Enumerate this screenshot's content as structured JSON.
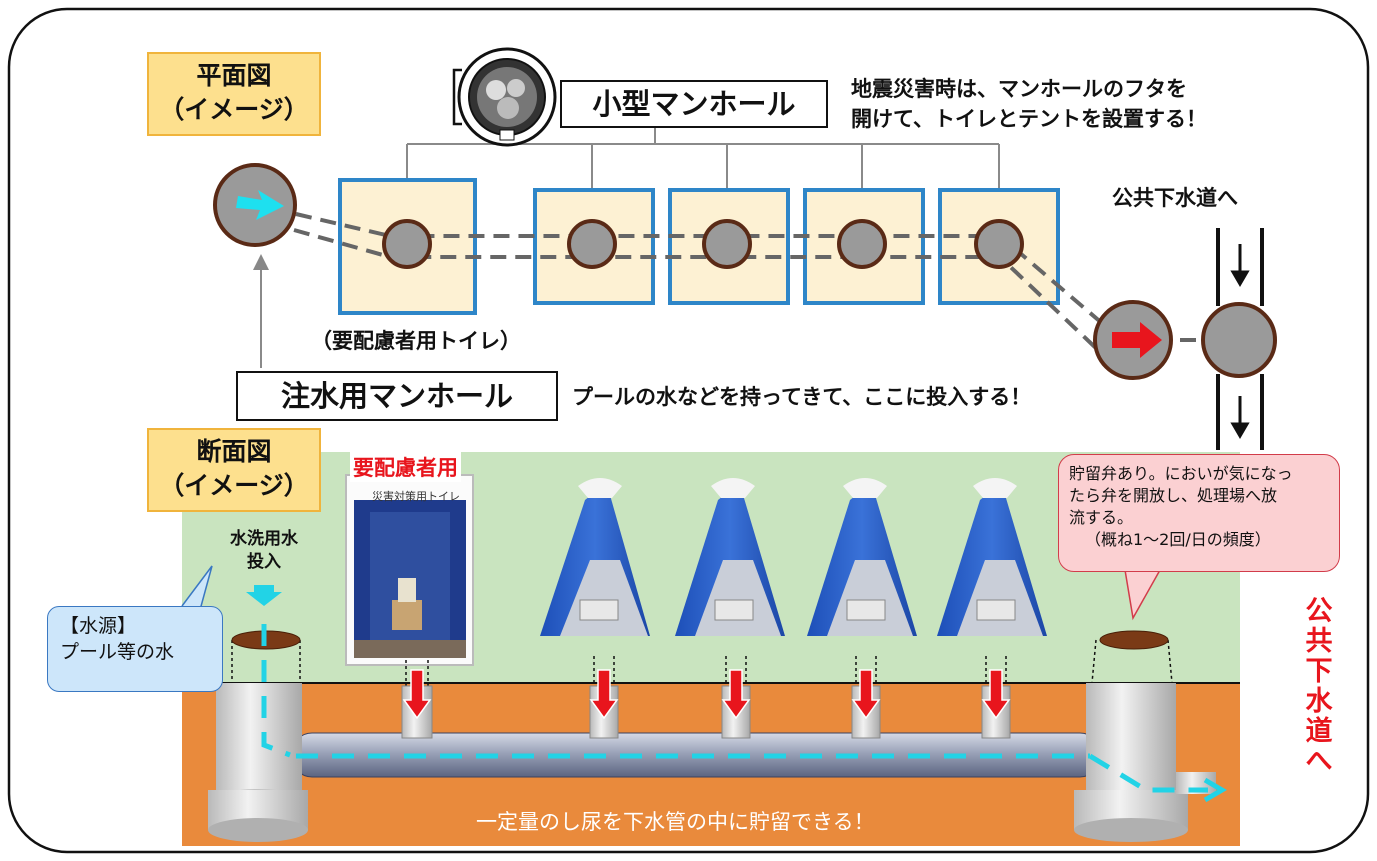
{
  "plan": {
    "tag_line1": "平面図",
    "tag_line2": "（イメージ）",
    "small_manhole_label": "小型マンホール",
    "note_line1": "地震災害時は、マンホールのフタを",
    "note_line2": "開けて、トイレとテントを設置する！",
    "sewer_label": "公共下水道へ",
    "accessible_toilet_label": "（要配慮者用トイレ）",
    "injection_manhole_label": "注水用マンホール",
    "injection_note": "プールの水などを持ってきて、ここに投入する！"
  },
  "section": {
    "tag_line1": "断面図",
    "tag_line2": "（イメージ）",
    "accessible_label": "要配慮者用",
    "booth_sign": "災害対策用トイレ",
    "flush_water_line1": "水洗用水",
    "flush_water_line2": "投入",
    "water_source_line1": "【水源】",
    "water_source_line2": "プール等の水",
    "valve_note_line1": "貯留弁あり。においが気になっ",
    "valve_note_line2": "たら弁を開放し、処理場へ放",
    "valve_note_line3": "流する。",
    "valve_note_line4": "（概ね1～2回/日の頻度）",
    "sewer_vertical": "公共下水道へ",
    "storage_caption": "一定量のし尿を下水管の中に貯留できる！"
  },
  "colors": {
    "plan_square_fill": "#fdf1d3",
    "plan_square_border": "#2e86c8",
    "manhole_fill": "#9a9a9a",
    "manhole_border": "#5a2a16",
    "ground_green": "#c9e4bf",
    "soil_orange": "#e98a3c",
    "water_cyan": "#22d3e6",
    "arrow_red": "#e8151d"
  },
  "icons": [
    "manhole-cover-icon",
    "flow-arrow-icon",
    "tent-icon",
    "toilet-booth-icon"
  ]
}
